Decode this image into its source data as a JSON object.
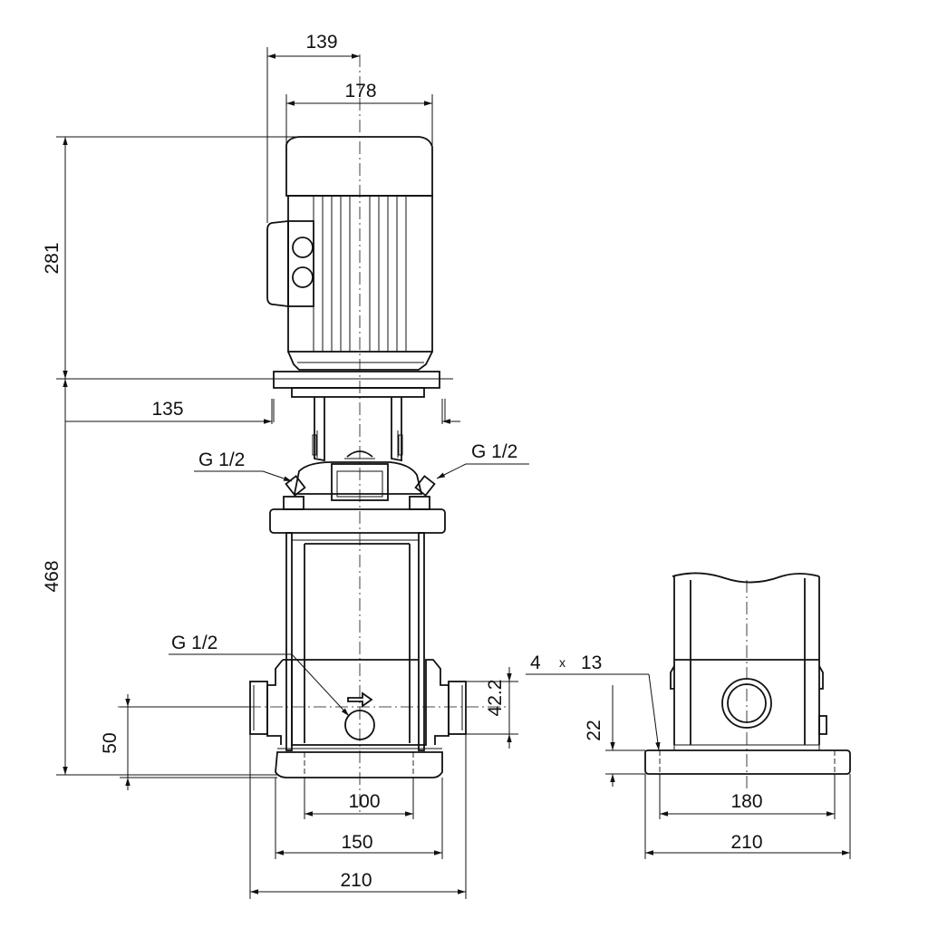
{
  "dimensions": {
    "motor_offset_width": "139",
    "motor_width": "178",
    "motor_height": "281",
    "flange_width": "135",
    "total_height": "468",
    "inlet_height": "50",
    "port_offset": "42.2",
    "base_inner_width": "100",
    "base_bolt_width": "150",
    "port_to_port": "210",
    "side_bolt_width": "180",
    "side_base_width": "210",
    "base_thickness": "22"
  },
  "labels": {
    "thread_top_left": "G 1/2",
    "thread_top_right": "G 1/2",
    "thread_drain": "G 1/2",
    "holes_count": "4",
    "holes_times": "x",
    "holes_diameter": "13"
  }
}
